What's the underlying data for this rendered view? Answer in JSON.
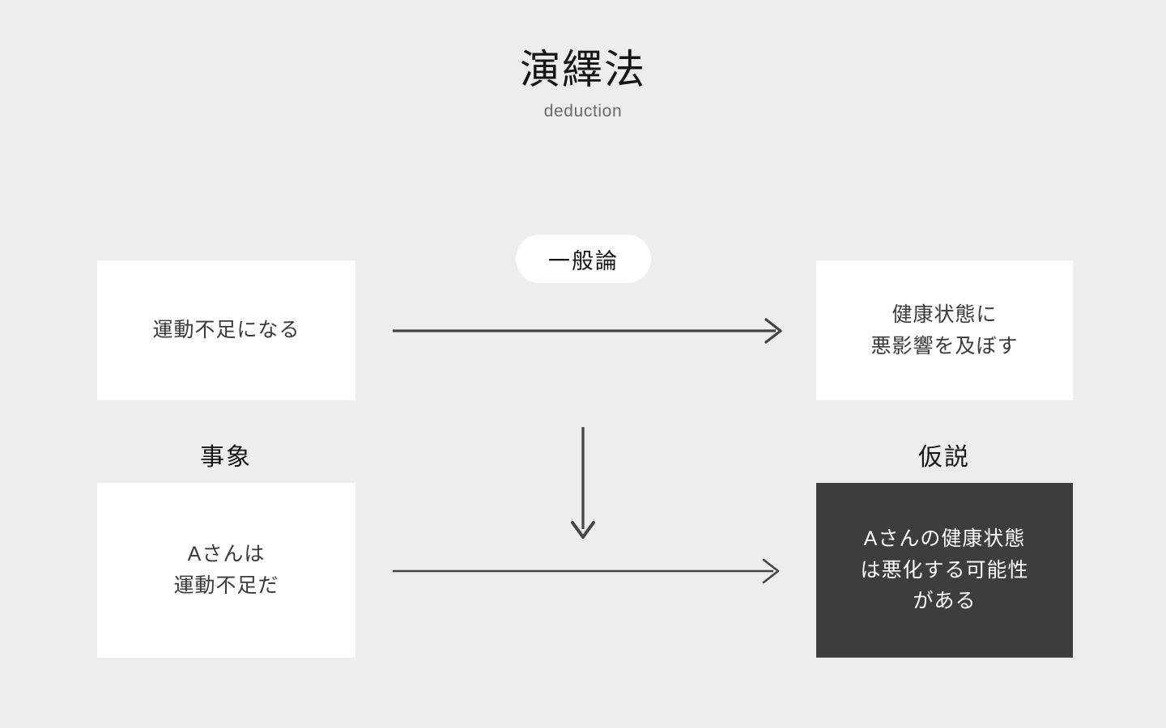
{
  "slide": {
    "background_color": "#ededec",
    "title": "演繹法",
    "subtitle": "deduction"
  },
  "captions": {
    "left": "事象",
    "right": "仮説"
  },
  "pill": {
    "label": "一般論",
    "background_color": "#ffffff",
    "text_color": "#131313"
  },
  "boxes": {
    "premise": {
      "name": "運動不足になる",
      "lines": [
        "運動不足になる"
      ],
      "background_color": "#ffffff",
      "text_color": "#3a3a3a"
    },
    "general": {
      "name": "健康状態に悪影響を及ぼす",
      "lines": [
        "健康状態に",
        "悪影響を及ぼす"
      ],
      "background_color": "#ffffff",
      "text_color": "#3a3a3a"
    },
    "fact": {
      "name": "Aさんは運動不足だ",
      "lines": [
        "Aさんは",
        "運動不足だ"
      ],
      "background_color": "#ffffff",
      "text_color": "#3a3a3a"
    },
    "conclusion": {
      "name": "Aさんの健康状態は悪化する可能性がある",
      "lines": [
        "Aさんの健康状態",
        "は悪化する可能性",
        "がある"
      ],
      "background_color": "#3e3d3b",
      "text_color": "#ffffff"
    }
  },
  "arrows": {
    "top": {
      "direction": "right",
      "color": "#444444"
    },
    "bottom": {
      "direction": "right",
      "color": "#444444"
    },
    "down": {
      "direction": "down",
      "color": "#444444"
    }
  }
}
